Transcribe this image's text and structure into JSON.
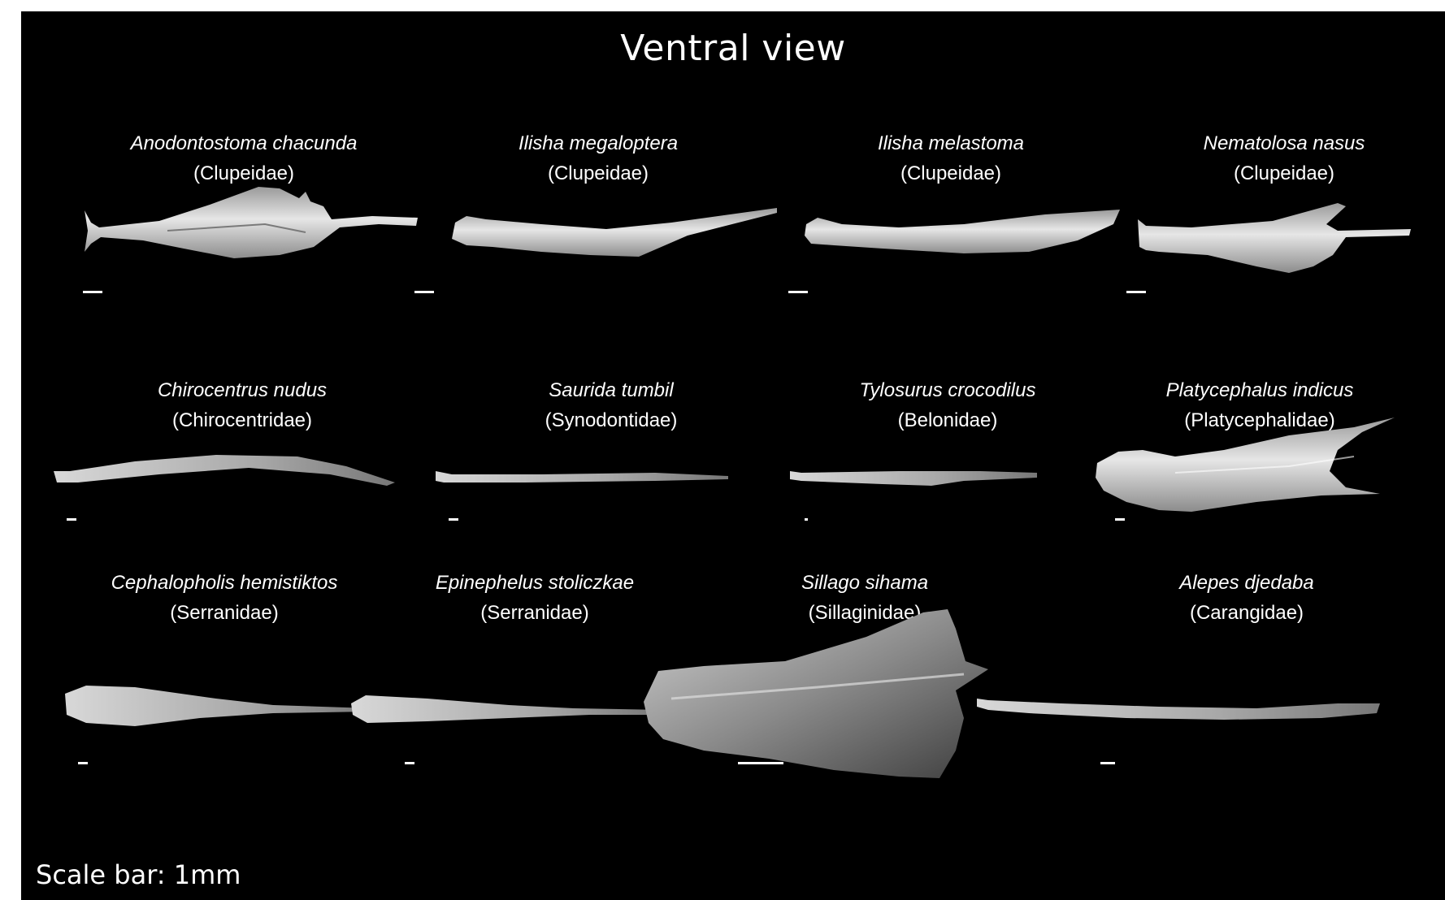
{
  "title": "Ventral view",
  "scale_note": "Scale bar: 1mm",
  "specimens": [
    {
      "species": "Anodontostoma chacunda",
      "family": "(Clupeidae)"
    },
    {
      "species": "Ilisha megaloptera",
      "family": "(Clupeidae)"
    },
    {
      "species": "Ilisha melastoma",
      "family": "(Clupeidae)"
    },
    {
      "species": "Nematolosa nasus",
      "family": "(Clupeidae)"
    },
    {
      "species": "Chirocentrus nudus",
      "family": "(Chirocentridae)"
    },
    {
      "species": "Saurida tumbil",
      "family": "(Synodontidae)"
    },
    {
      "species": "Tylosurus crocodilus",
      "family": "(Belonidae)"
    },
    {
      "species": "Platycephalus indicus",
      "family": "(Platycephalidae)"
    },
    {
      "species": "Cephalopholis hemistiktos",
      "family": "(Serranidae)"
    },
    {
      "species": "Epinephelus stoliczkae",
      "family": "(Serranidae)"
    },
    {
      "species": "Sillago sihama",
      "family": "(Sillaginidae)"
    },
    {
      "species": "Alepes djedaba",
      "family": "(Carangidae)"
    }
  ]
}
